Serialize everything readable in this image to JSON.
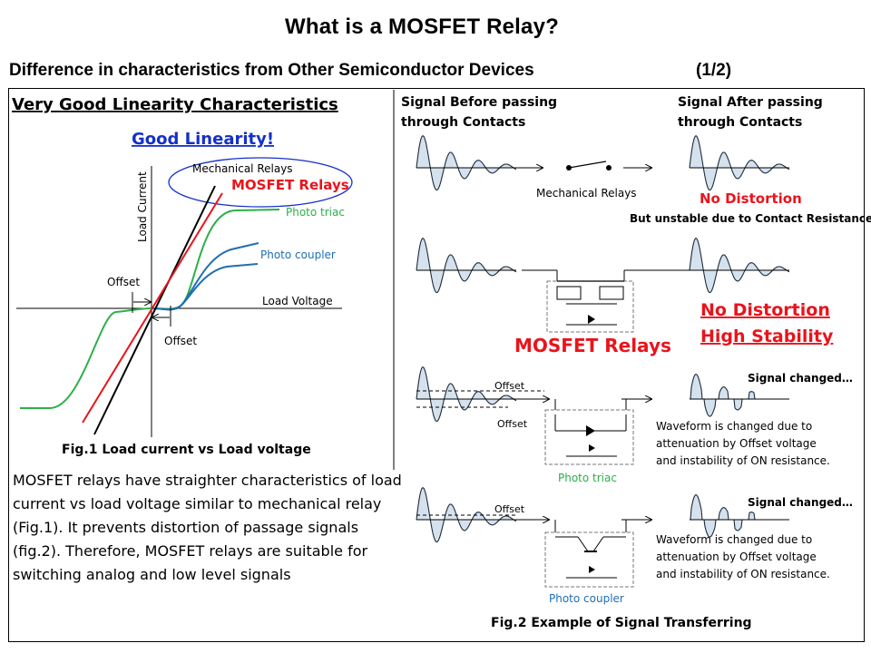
{
  "slide": {
    "title": "What is a MOSFET Relay?",
    "subtitle": "Difference in characteristics from Other Semiconductor Devices",
    "part": "(1/2)"
  },
  "left": {
    "heading": "Very Good Linearity Characteristics",
    "callout": "Good Linearity!",
    "labels": {
      "mechanical": "Mechanical Relays",
      "mosfet": "MOSFET  Relays",
      "photo_triac": "Photo  triac",
      "photo_coupler": "Photo  coupler",
      "load_voltage": "Load Voltage",
      "load_current": "Load Current",
      "offset_top": "Offset",
      "offset_bottom": "Offset"
    },
    "caption": "Fig.1 Load current vs Load voltage",
    "description": "MOSFET relays have straighter characteristics of load current vs load voltage similar to mechanical relay (Fig.1). It prevents distortion of passage signals (fig.2). Therefore, MOSFET relays are suitable for switching analog and low level signals"
  },
  "right": {
    "header_before_line1": "Signal Before passing",
    "header_before_line2": "through Contacts",
    "header_after_line1": "Signal After passing",
    "header_after_line2": "through Contacts",
    "row1": {
      "device": "Mechanical Relays",
      "result": "No Distortion",
      "note": "But unstable due to Contact Resistance"
    },
    "row2": {
      "device": "MOSFET Relays",
      "result_line1": "No Distortion",
      "result_line2": "High Stability"
    },
    "row3": {
      "device": "Photo  triac",
      "offset_top": "Offset",
      "offset_bottom": "Offset",
      "result": "Signal changed…",
      "note_line1": "Waveform is changed due to",
      "note_line2": "attenuation by Offset voltage",
      "note_line3": "and instability of ON resistance."
    },
    "row4": {
      "device": "Photo  coupler",
      "offset": "Offset",
      "result": "Signal changed…",
      "note_line1": "Waveform is changed due to",
      "note_line2": "attenuation by Offset voltage",
      "note_line3": "and instability of ON resistance."
    },
    "caption": "Fig.2 Example of Signal Transferring"
  },
  "colors": {
    "mosfet_red": "#e8141c",
    "callout_blue": "#1530c8",
    "triac_green": "#2bb048",
    "coupler_blue": "#1f6fb2",
    "wave_fill": "#d5e2ee",
    "wave_stroke": "#1d2b3a"
  }
}
